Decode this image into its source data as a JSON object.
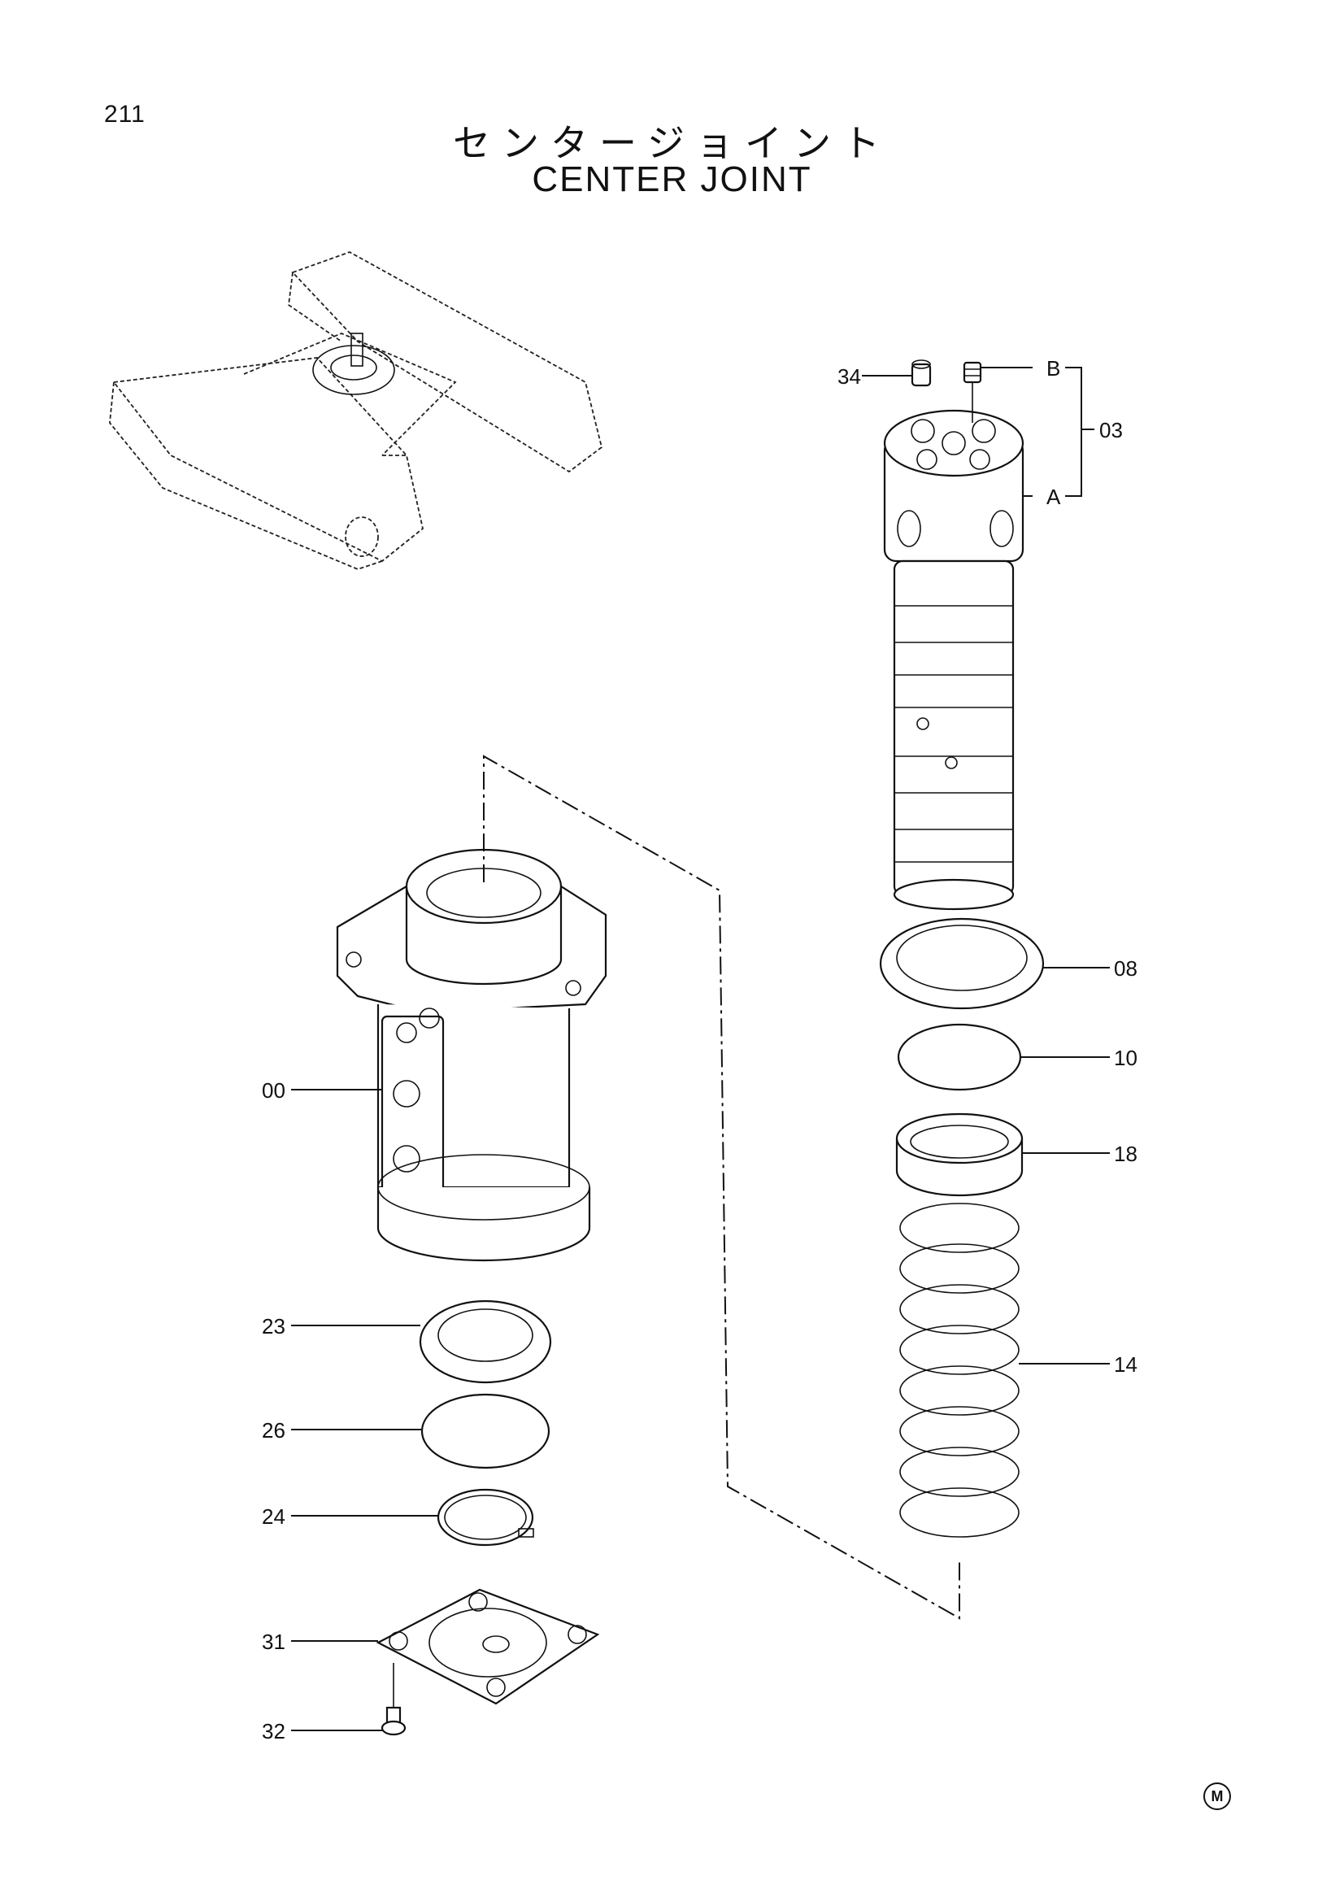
{
  "page_number": "211",
  "title_jp": "センタージョイント",
  "title_en": "CENTER JOINT",
  "callouts": {
    "c34": "34",
    "cB": "B",
    "c03": "03",
    "cA": "A",
    "c08": "08",
    "c10": "10",
    "c18": "18",
    "c14": "14",
    "c00": "00",
    "c23": "23",
    "c26": "26",
    "c24": "24",
    "c31": "31",
    "c32": "32"
  },
  "corner_mark": "M"
}
